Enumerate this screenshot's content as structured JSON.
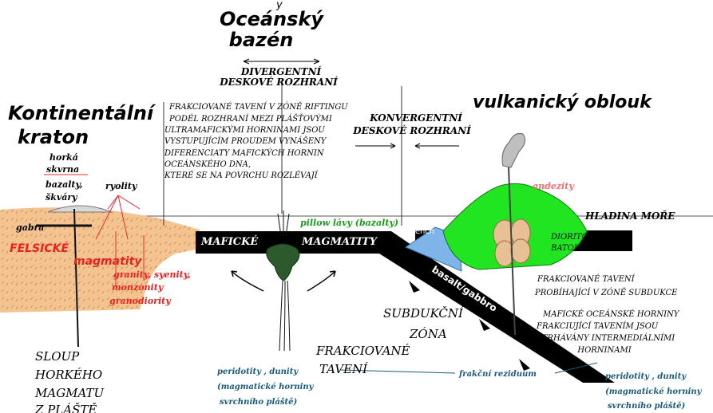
{
  "top_fragment": "y",
  "oceanic_basin": {
    "line1": "Oceánský",
    "line2": "bazén"
  },
  "divergent": {
    "line1": "DIVERGENTNÍ",
    "line2": "DESKOVÉ ROZHRANÍ"
  },
  "continental": {
    "line1": "Kontinentální",
    "line2": "kraton"
  },
  "hotspot": {
    "line1": "horká",
    "line2": "skvrna",
    "basalts1": "bazalty,",
    "basalts2": "škváry"
  },
  "rhyolites": "ryolity",
  "gabbro": "gabra",
  "felsic": {
    "line1": "FELSICKÉ",
    "line2": "magmatity"
  },
  "granitoids": [
    "granity, syenity,",
    "monzonity",
    "granodiority"
  ],
  "fractional_text": [
    "FRAKCIOVANÉ TAVENÍ V ZÓNĚ RIFTINGU",
    "PODÉL ROZHRANÍ MEZI PLÁŠŤOVÝMI",
    "ULTRAMAFICKÝMI HORNINAMI JSOU",
    "VYSTUPUJÍCÍM PROUDEM VYNÁŠENY",
    "DIFERENCIATY MAFICKÝCH HORNIN",
    "OCEÁNSKÉHO DNA,",
    "KTERÉ SE NA POVRCHU ROZLÉVAJÍ"
  ],
  "convergent": {
    "line1": "KONVERGENTNÍ",
    "line2": "DESKOVÉ ROZHRANÍ"
  },
  "volcanic_arc": "vulkanický oblouk",
  "andesites": "andezity",
  "sea_level": "HLADINA MOŘE",
  "pillow_lavas": "pillow lávy (bazalty)",
  "trench": "trench",
  "mafic_left": "MAFICKÉ",
  "mafic_right": "MAGMATITY",
  "slab_label": "basalt/gabbro",
  "diorite": {
    "line1": "DIORITOVÝ",
    "line2": "BATOLIT"
  },
  "fractional_subduction": {
    "line1": "FRAKCIOVANÉ TAVENÍ",
    "line2": "PROBÍHAJÍCÍ V ZÓNĚ SUBDUKCE"
  },
  "mafic_oceanic": [
    "MAFICKÉ OCEÁNSKÉ HORNINY",
    "FRAKCIUJÍCÍ TAVENÍM JSOU",
    "STRHÁVÁNY INTERMEDIÁLNÍMI",
    "HORNINAMI"
  ],
  "subduction_zone": {
    "line1": "SUBDUKČNÍ",
    "line2": "ZÓNA"
  },
  "fractional_melting": {
    "line1": "FRAKCIOVANÉ",
    "line2": "TAVENÍ"
  },
  "plume": {
    "line1": "SLOUP",
    "line2": "HORKÉHO",
    "line3": "MAGMATU",
    "line4": "Z PLÁŠTĚ"
  },
  "peridotites_left": {
    "line1": "peridotity , dunity",
    "line2": "(magmatické horniny",
    "line3": "svrchního pláště)"
  },
  "residue": "frakční reziduum",
  "peridotites_right": {
    "line1": "peridotity , dunity",
    "line2": "(magmatické horniny",
    "line3": "svrchního pláště)"
  }
}
